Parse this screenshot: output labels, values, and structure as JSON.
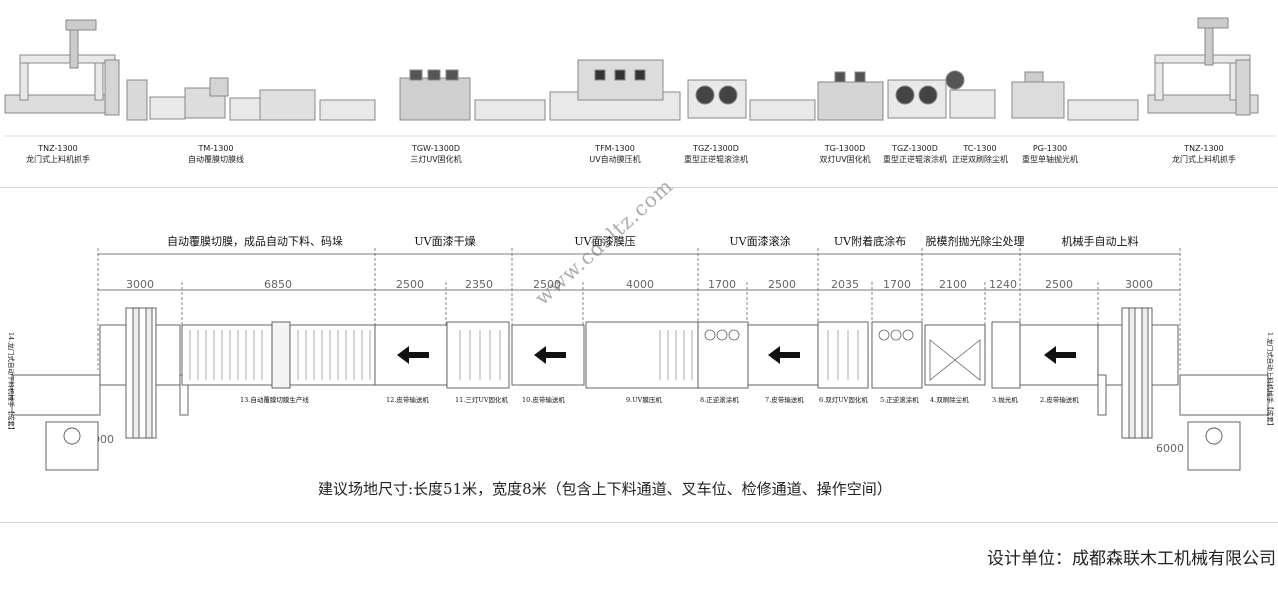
{
  "machines": [
    {
      "model": "TNZ-1300",
      "name": "龙门式上料机抓手"
    },
    {
      "model": "TM-1300",
      "name": "自动覆膜切膜线"
    },
    {
      "model": "TGW-1300D",
      "name": "三灯UV固化机"
    },
    {
      "model": "TFM-1300",
      "name": "UV自动膜压机"
    },
    {
      "model": "TGZ-1300D",
      "name": "重型正逆辊滚涂机"
    },
    {
      "model": "TG-1300D",
      "name": "双灯UV固化机"
    },
    {
      "model": "TGZ-1300D",
      "name": "重型正逆辊滚涂机"
    },
    {
      "model": "TC-1300",
      "name": "正逆双刷除尘机"
    },
    {
      "model": "PG-1300",
      "name": "重型单轴抛光机"
    },
    {
      "model": "TNZ-1300",
      "name": "龙门式上料机抓手"
    }
  ],
  "sections": [
    "自动覆膜切膜，成品自动下料、码垛",
    "UV面漆干燥",
    "UV面漆膜压",
    "UV面漆滚涂",
    "UV附着底涂布",
    "脱模剂抛光除尘处理",
    "机械手自动上料"
  ],
  "dimensions": [
    "3000",
    "6850",
    "2500",
    "2350",
    "2500",
    "4000",
    "1700",
    "2500",
    "2035",
    "1700",
    "2100",
    "1240",
    "2500",
    "3000"
  ],
  "side_dims": [
    "6000",
    "6000"
  ],
  "stations": [
    "14.龙门式自动下料机械手【成套】",
    "13.自动覆膜切膜生产线",
    "12.皮带输送机",
    "11.三灯UV固化机",
    "10.皮带输送机",
    "9.UV膜压机",
    "8.正逆滚涂机",
    "7.皮带输送机",
    "6.双灯UV固化机",
    "5.正逆滚涂机",
    "4.双刷除尘机",
    "3.抛光机",
    "2.皮带输送机",
    "1.龙门式自动上料机械手【成套】"
  ],
  "footer_note": "建议场地尺寸:长度51米，宽度8米（包含上下料通道、叉车位、检修通道、操作空间）",
  "designer": "设计单位：成都森联木工机械有限公司",
  "watermark": "www.cdsltz.com"
}
